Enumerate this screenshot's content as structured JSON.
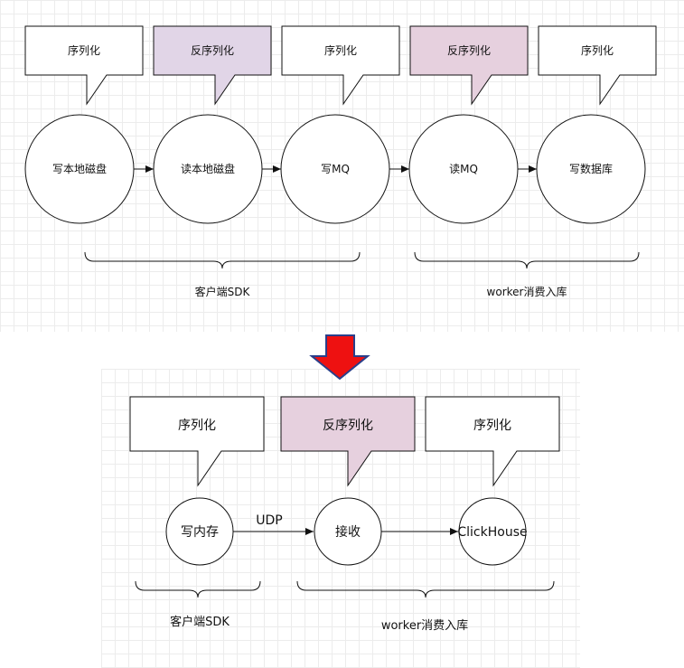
{
  "colors": {
    "bubble_default": "#ffffff",
    "bubble_deserialize_1": "#e1d5e7",
    "bubble_deserialize_2": "#e6d0de",
    "bubble_deserialize_3": "#e6d0de",
    "arrow_fill": "#ee1111",
    "arrow_stroke": "#2a3f8a"
  },
  "top_flow": {
    "callouts": [
      "序列化",
      "反序列化",
      "序列化",
      "反序列化",
      "序列化"
    ],
    "nodes": [
      "写本地磁盘",
      "读本地磁盘",
      "写MQ",
      "读MQ",
      "写数据库"
    ],
    "groups": [
      "客户端SDK",
      "worker消费入库"
    ]
  },
  "transition_icon": "down-arrow-icon",
  "bottom_flow": {
    "callouts": [
      "序列化",
      "反序列化",
      "序列化"
    ],
    "nodes": [
      "写内存",
      "接收",
      "ClickHouse"
    ],
    "edge_label": "UDP",
    "groups": [
      "客户端SDK",
      "worker消费入库"
    ]
  }
}
